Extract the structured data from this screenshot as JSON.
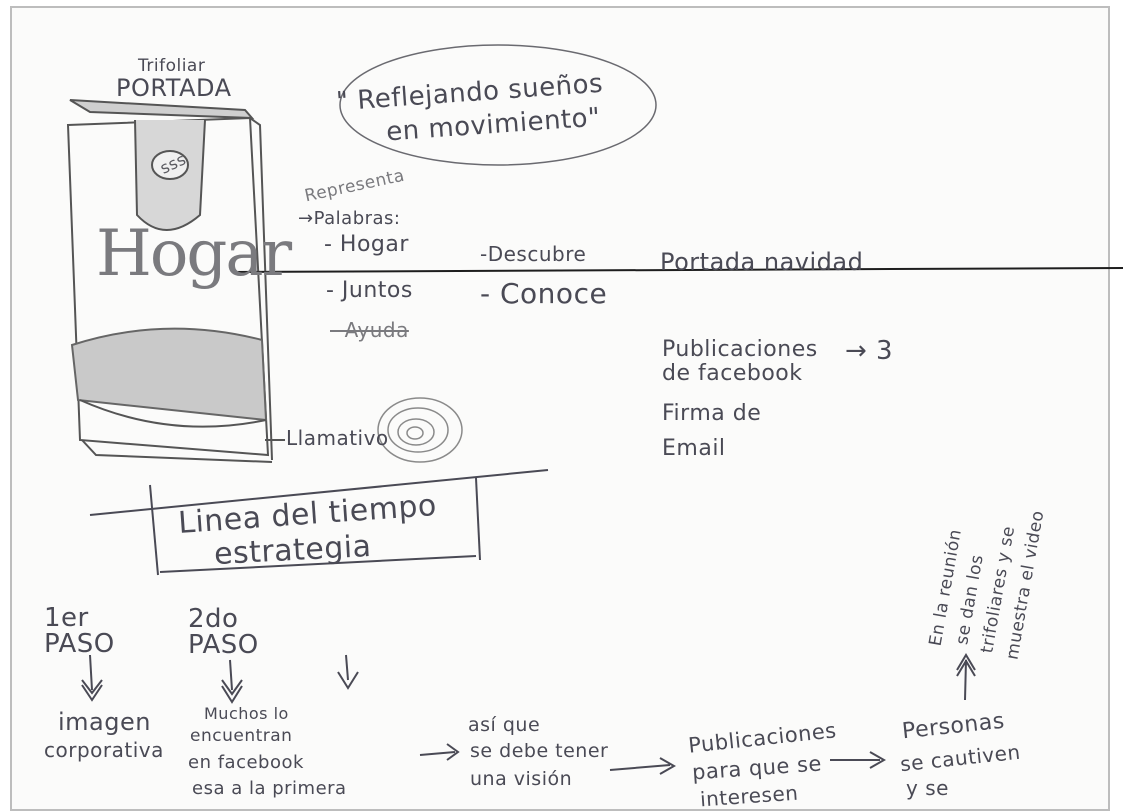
{
  "header": {
    "small_title": "Trifoliar",
    "big_title": "PORTADA"
  },
  "slogan": {
    "line1": "\" Reflejando sueños",
    "line2": "en movimiento\""
  },
  "trifold": {
    "word": "Hogar",
    "logo_text": "sss"
  },
  "words_block": {
    "title": "Representa",
    "subtitle": "→Palabras:",
    "left": [
      "- Hogar",
      "- Juntos",
      "- Ayuda"
    ],
    "right": [
      "-Descubre",
      "- Conoce"
    ]
  },
  "callout": "Llamativo",
  "deliverables": {
    "items": [
      "Portada navidad",
      "Publicaciones de facebook",
      "Firma de Email"
    ],
    "line2_tail": "facebook",
    "count_marker": "→ 3"
  },
  "timeline_box": {
    "line1": "Linea del tiempo",
    "line2": "estrategia"
  },
  "steps": {
    "first": "1er PASO",
    "second": "2do PASO"
  },
  "bottom_notes": {
    "corporate": [
      "imagen",
      "corporativa"
    ],
    "facebook": [
      "Muchos lo",
      "encuentran",
      "en facebook",
      "esa a la primera"
    ],
    "vision": [
      "así que",
      "se debe tener",
      "una visión"
    ],
    "publications": [
      "Publicaciones",
      "para que se",
      "interesen"
    ],
    "people": [
      "Personas",
      "se cautiven",
      "y se"
    ]
  },
  "vertical_note": [
    "En la reunión",
    "se dan los",
    "trifoliares y se",
    "muestra el video"
  ]
}
